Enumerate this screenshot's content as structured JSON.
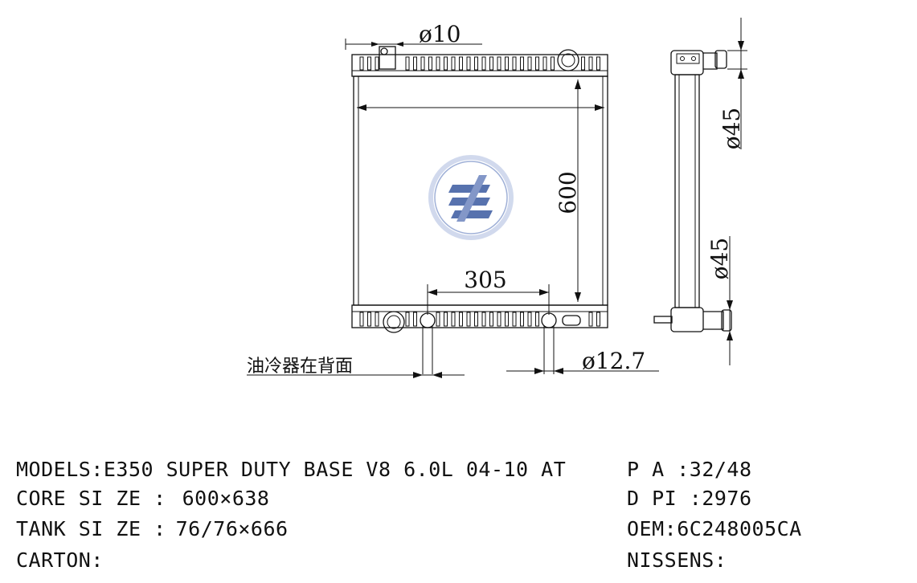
{
  "drawing": {
    "dim_pipe": "ø10",
    "dim_height": "600",
    "dim_width": "305",
    "dim_outlet_top": "ø45",
    "dim_outlet_bottom": "ø45",
    "dim_oil": "ø12.7",
    "oil_cooler_note": "油冷器在背面",
    "logo_icon": "company-logo-icon",
    "colors": {
      "line": "#111111",
      "logo": "#3a5aa0",
      "logo_ring": "#c9d3ea"
    }
  },
  "specs": {
    "models_label": "MODELS:",
    "models_value": "E350 SUPER DUTY BASE V8 6.0L 04-10 AT",
    "core_label": "CORE SI ZE :",
    "core_value": "600×638",
    "tank_label": "TANK SI ZE :",
    "tank_value": "76/76×666",
    "carton_label": "CARTON:",
    "carton_value": "",
    "pa_label": "P A :",
    "pa_value": "32/48",
    "dpi_label": "D PI :",
    "dpi_value": "2976",
    "oem_label": "OEM:",
    "oem_value": "6C248005CA",
    "nissens_label": "NISSENS:",
    "nissens_value": ""
  }
}
